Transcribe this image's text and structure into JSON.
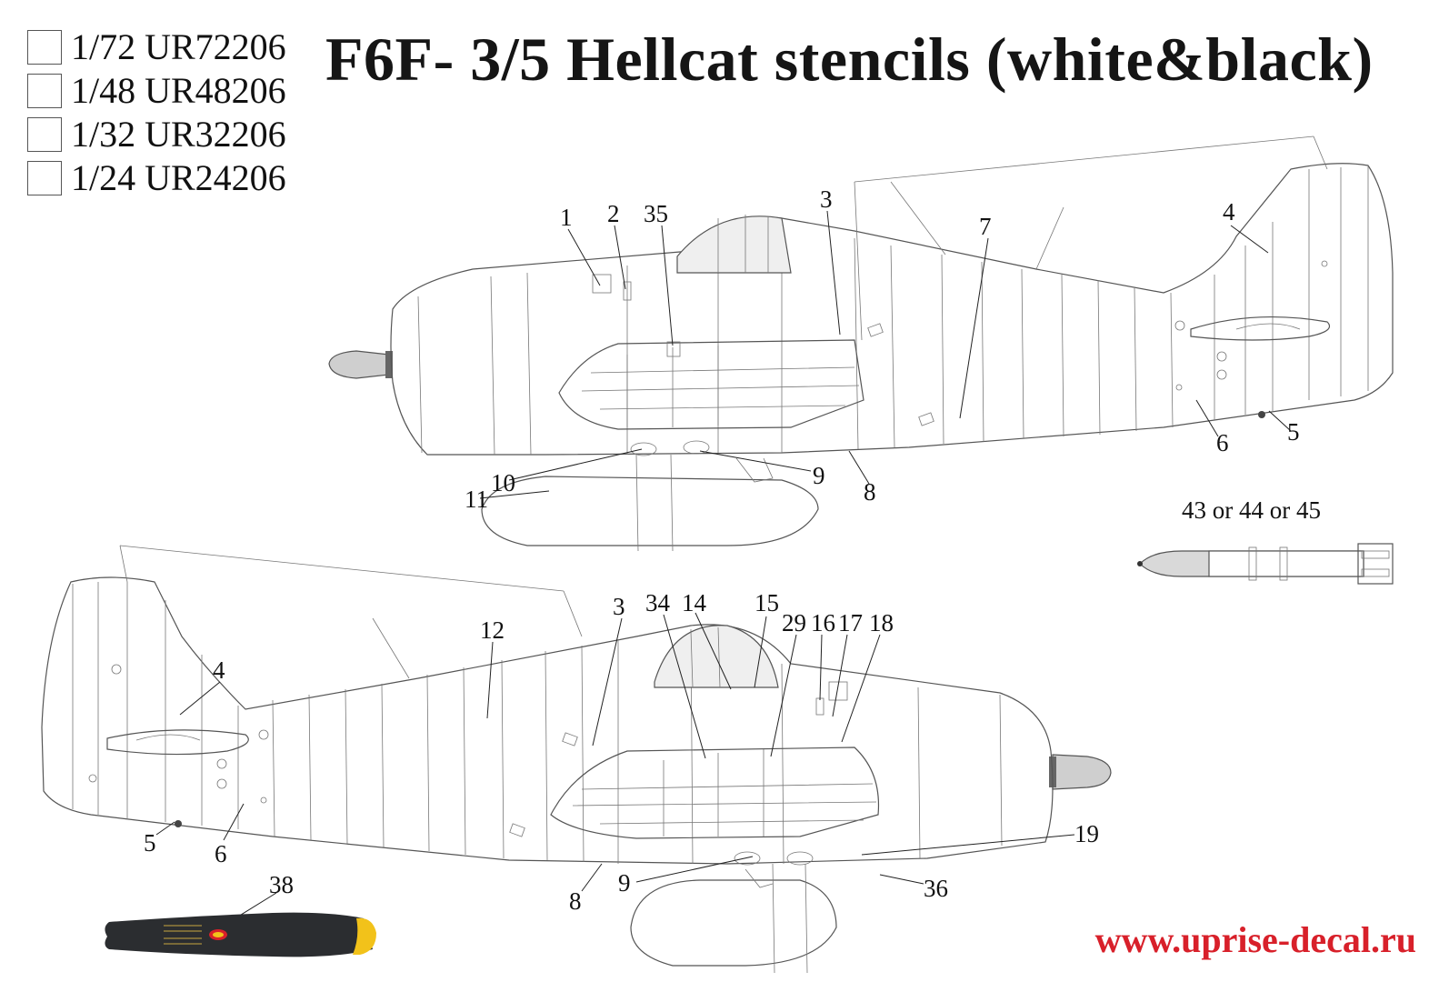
{
  "title": "F6F- 3/5 Hellcat stencils (white&black)",
  "scales": [
    {
      "label": "1/72 UR72206"
    },
    {
      "label": "1/48 UR48206"
    },
    {
      "label": "1/32 UR32206"
    },
    {
      "label": "1/24 UR24206"
    }
  ],
  "website": "www.uprise-decal.ru",
  "top_view": {
    "callouts": [
      "1",
      "2",
      "35",
      "3",
      "7",
      "4",
      "5",
      "6",
      "8",
      "9",
      "10",
      "11"
    ]
  },
  "bottom_view": {
    "callouts": [
      "12",
      "3",
      "34",
      "14",
      "15",
      "29",
      "16",
      "17",
      "18",
      "4",
      "5",
      "6",
      "8",
      "9",
      "19",
      "36",
      "38"
    ]
  },
  "drop_tank_label": "43 or 44 or 45",
  "colors": {
    "website": "#d8202a",
    "propeller": "#2b2d30",
    "prop_tip": "#f2c21a",
    "outline": "#555555",
    "text": "#111111"
  }
}
